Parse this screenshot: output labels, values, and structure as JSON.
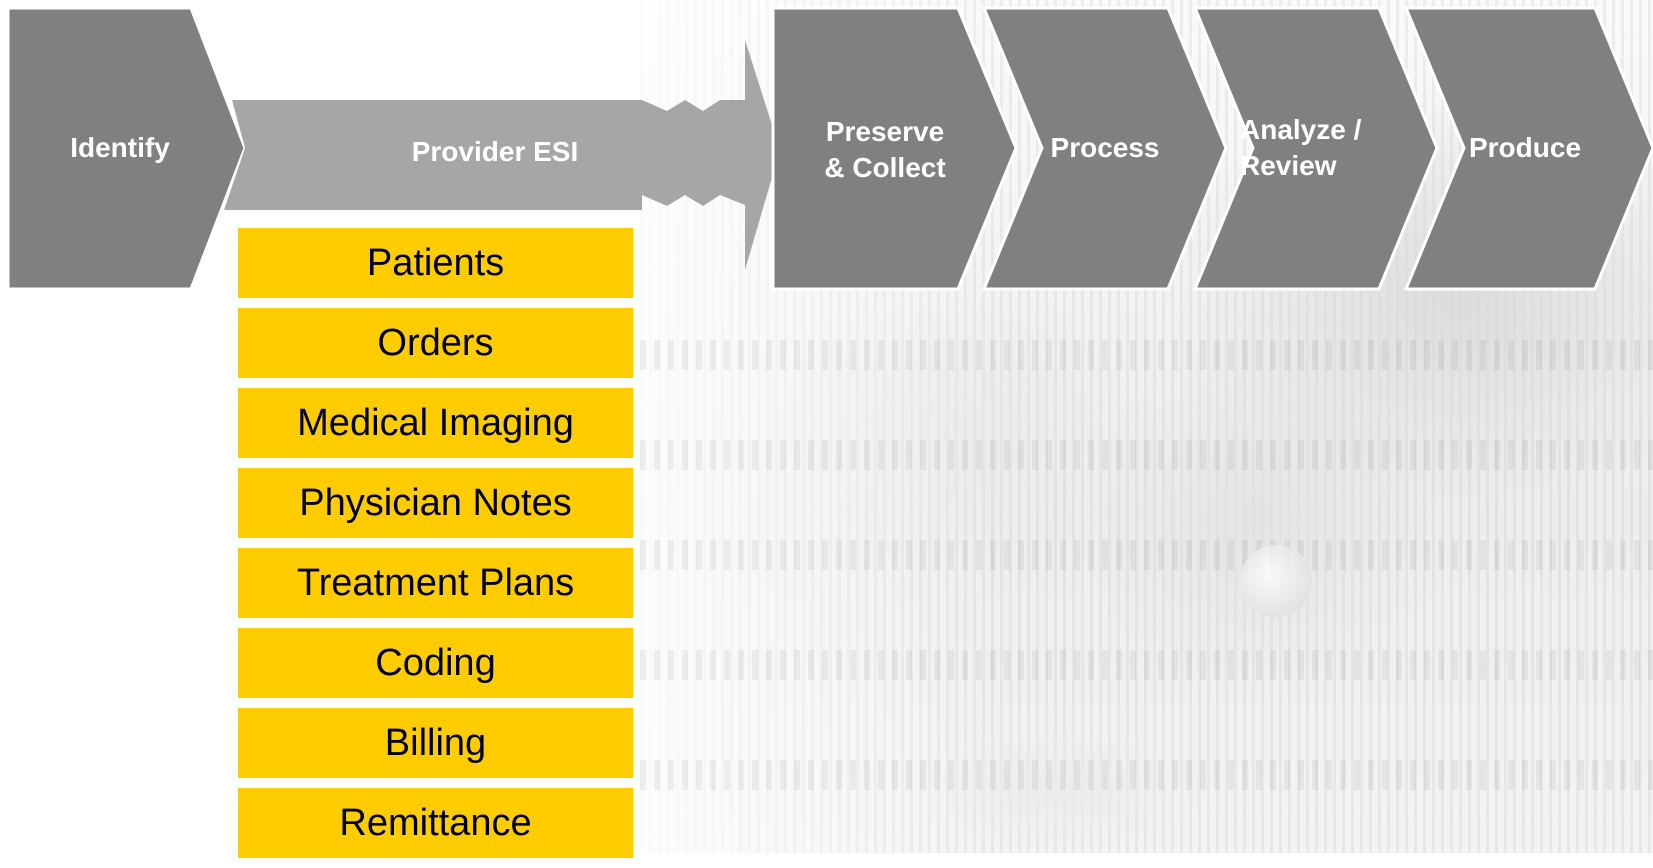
{
  "stages": {
    "identify": "Identify",
    "provider_esi": "Provider ESI",
    "preserve_line1": "Preserve",
    "preserve_line2": "& Collect",
    "process": "Process",
    "analyze_line1": "Analyze /",
    "analyze_line2": "Review",
    "produce": "Produce"
  },
  "esi_items": [
    "Patients",
    "Orders",
    "Medical Imaging",
    "Physician Notes",
    "Treatment Plans",
    "Coding",
    "Billing",
    "Remittance"
  ],
  "colors": {
    "stage_fill": "#808080",
    "esi_arrow_fill": "#a6a6a6",
    "esi_item_fill": "#ffcc00",
    "stage_text": "#ffffff",
    "item_text": "#000000"
  }
}
